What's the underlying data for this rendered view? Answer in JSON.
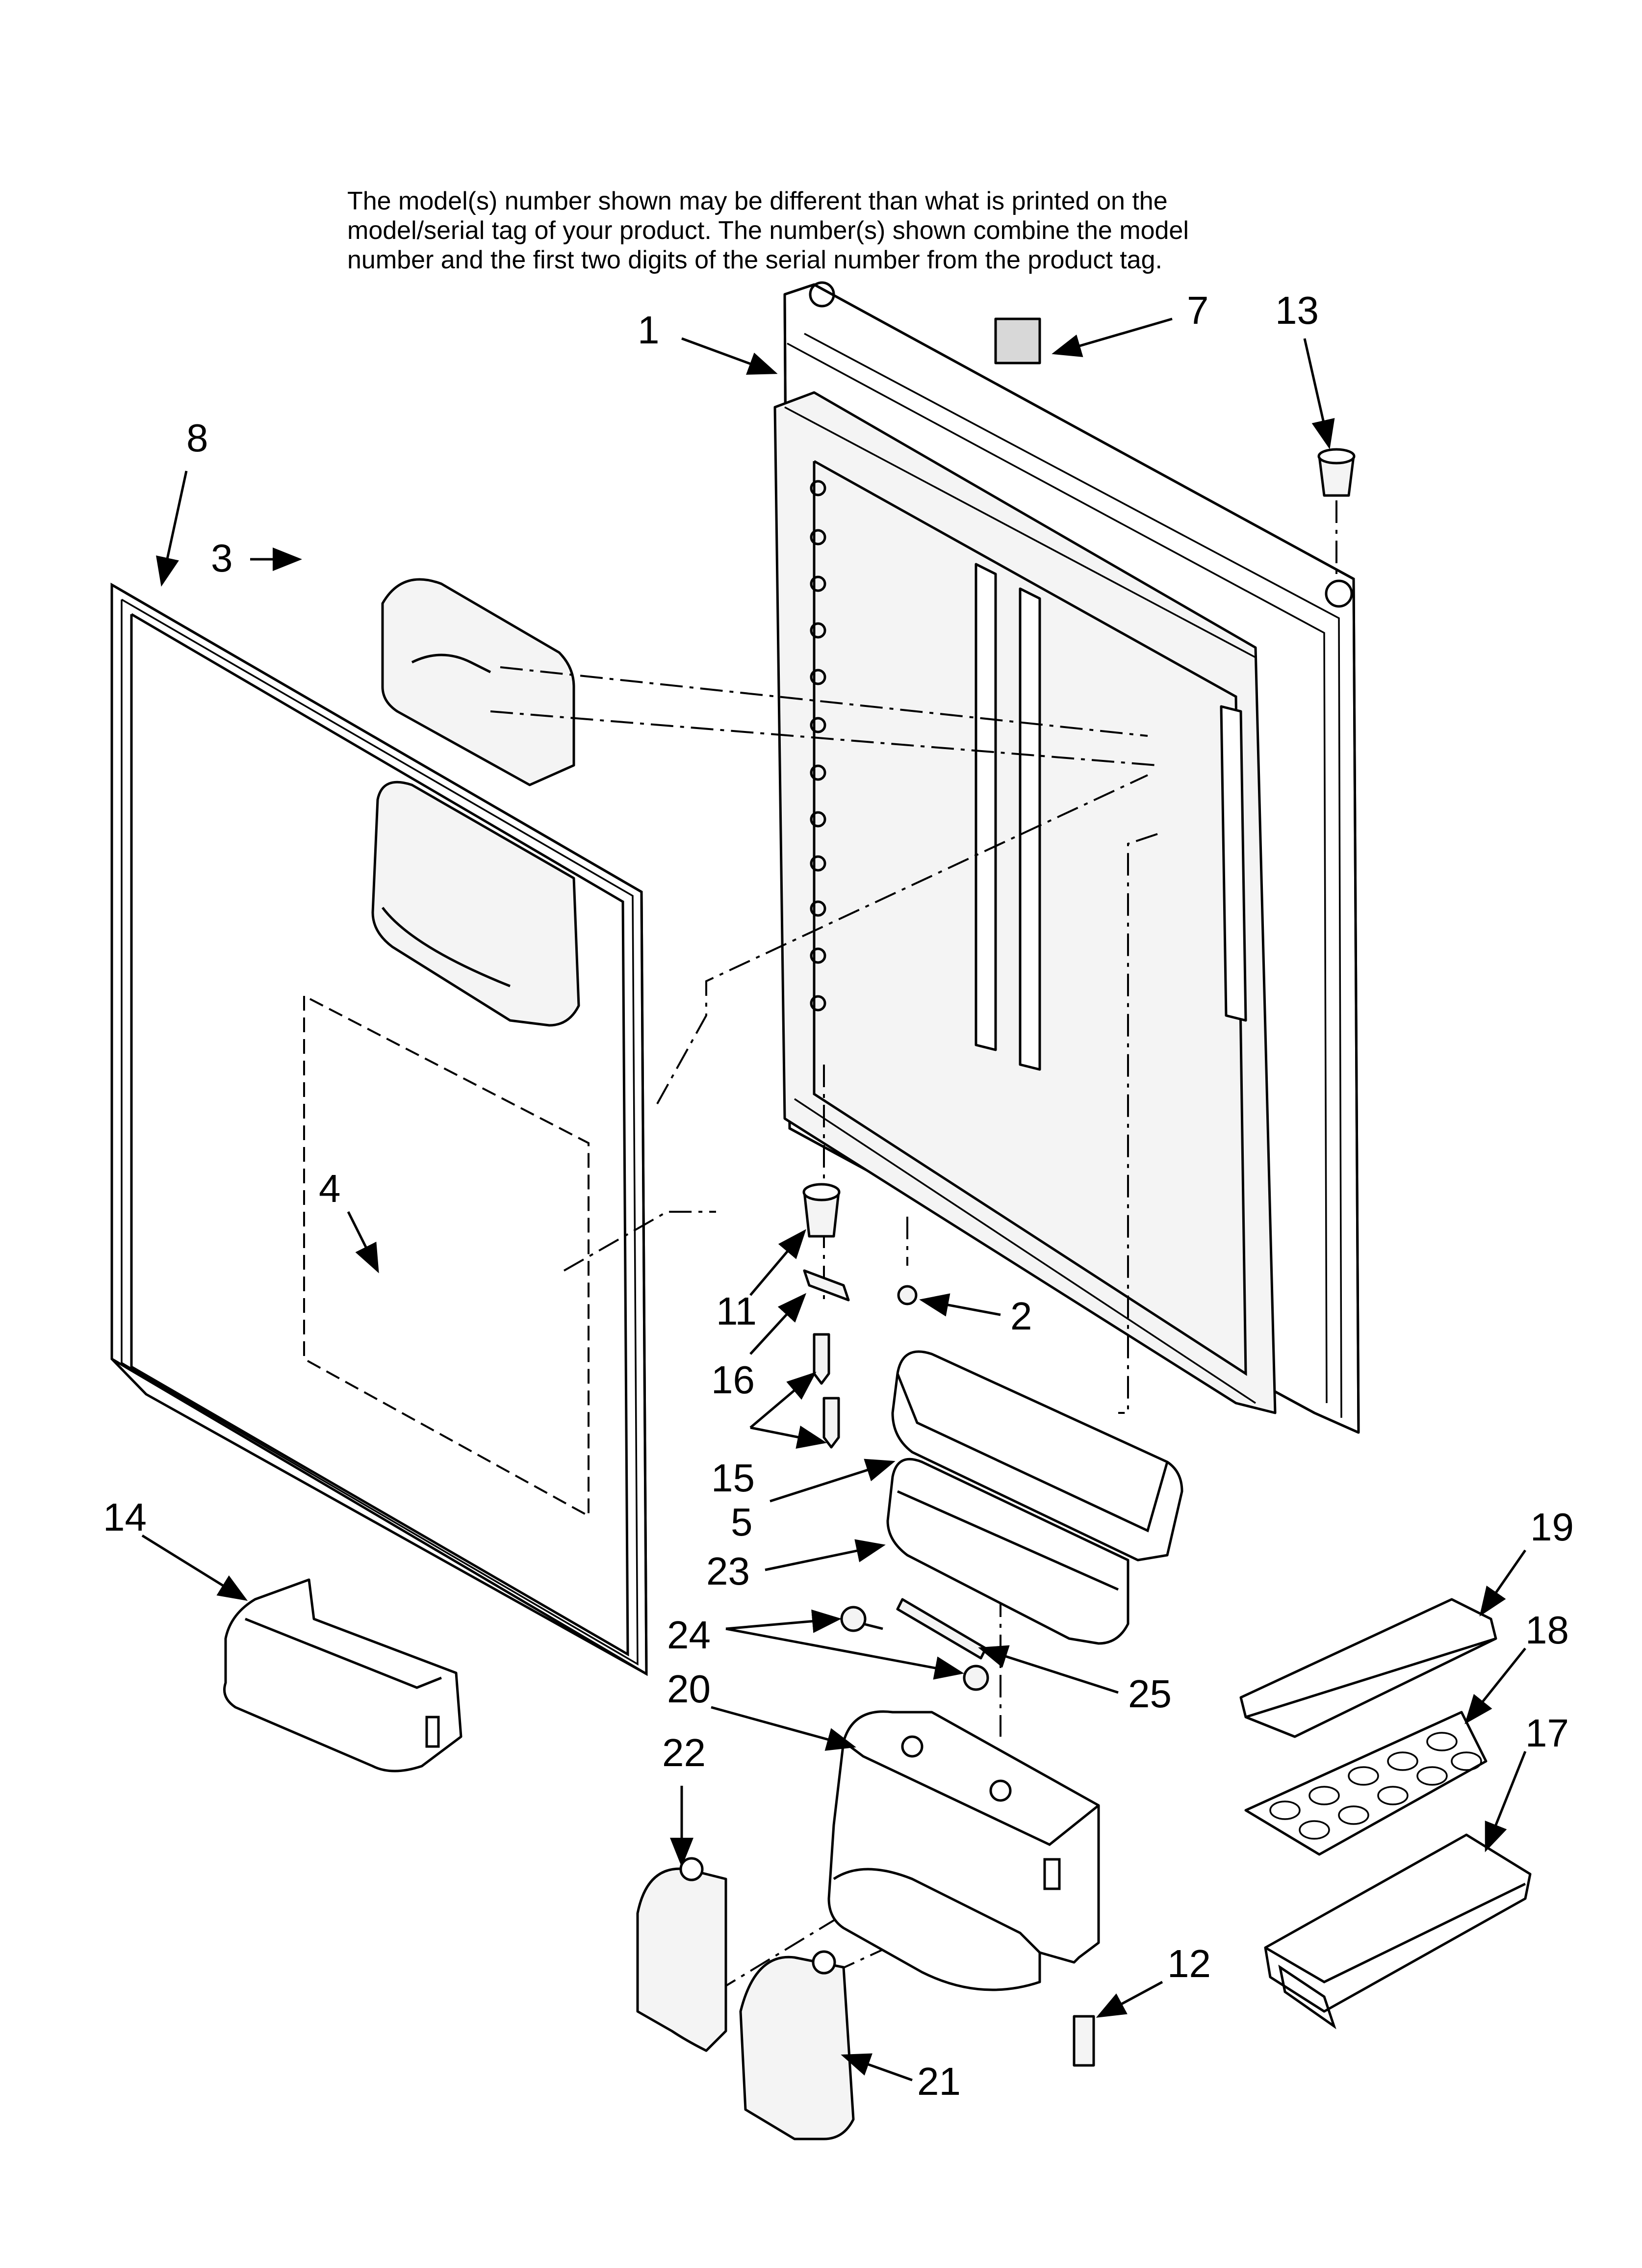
{
  "note": {
    "line1": "The model(s) number shown may be different than what is printed on the",
    "line2": "model/serial tag of your product. The number(s) shown combine the model",
    "line3": "number and the first two digits of the serial number from the product tag."
  },
  "callouts": [
    "1",
    "7",
    "13",
    "8",
    "3",
    "4",
    "11",
    "2",
    "16",
    "15",
    "5",
    "23",
    "24",
    "25",
    "20",
    "22",
    "21",
    "14",
    "19",
    "18",
    "17",
    "12"
  ]
}
